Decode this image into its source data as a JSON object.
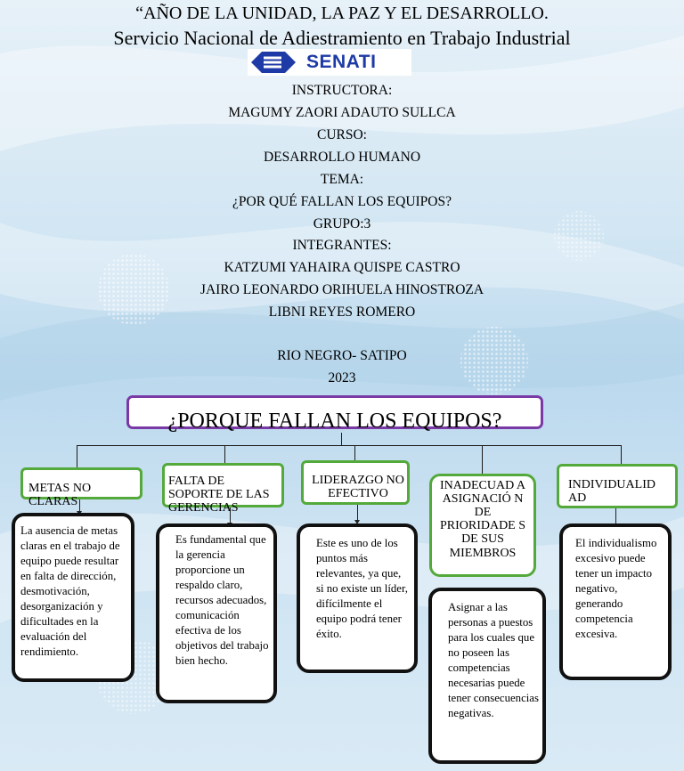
{
  "cover": {
    "title_line1": "“AÑO DE LA UNIDAD, LA PAZ Y EL DESARROLLO.",
    "title_line2": "Servicio Nacional de Adiestramiento en Trabajo Industrial",
    "logo_text": "SENATI",
    "instructora_label": "INSTRUCTORA:",
    "instructora_name": "MAGUMY ZAORI ADAUTO SULLCA",
    "curso_label": "CURSO:",
    "curso_value": "DESARROLLO HUMANO",
    "tema_label": "TEMA:",
    "tema_value": "¿POR QUÉ FALLAN LOS EQUIPOS?",
    "grupo": "GRUPO:3",
    "integrantes_label": "INTEGRANTES:",
    "integrantes": [
      "KATZUMI YAHAIRA QUISPE CASTRO",
      "JAIRO LEONARDO ORIHUELA HINOSTROZA",
      "LIBNI REYES ROMERO"
    ],
    "location": "RIO NEGRO- SATIPO",
    "year": "2023"
  },
  "map": {
    "title": "¿PORQUE FALLAN LOS EQUIPOS?",
    "branches": [
      {
        "heading": "METAS NO CLARAS",
        "description": "La ausencia de metas claras en el trabajo de equipo puede resultar en falta de dirección, desmotivación, desorganización y dificultades en la evaluación del rendimiento."
      },
      {
        "heading": "FALTA DE SOPORTE DE LAS GERENCIAS",
        "description": "Es fundamental que la gerencia proporcione un respaldo claro, recursos adecuados, comunicación efectiva de los objetivos del trabajo bien hecho."
      },
      {
        "heading": "LIDERAZGO NO EFECTIVO",
        "description": "Este es uno de los puntos más relevantes, ya que, si no existe un líder, difícilmente el equipo podrá tener éxito."
      },
      {
        "heading": "INADECUAD A ASIGNACIÓ N DE PRIORIDADE S DE SUS MIEMBROS",
        "description": "Asignar a las personas a puestos para los cuales que no poseen las competencias necesarias puede tener consecuencias negativas."
      },
      {
        "heading": "INDIVIDUALID AD",
        "description": "El individualismo excesivo puede tener un impacto negativo, generando competencia excesiva."
      }
    ]
  },
  "colors": {
    "title_border": "#7a3aa6",
    "heading_border": "#54a93b",
    "description_border": "#111111",
    "logo_blue": "#1d3aa6"
  }
}
